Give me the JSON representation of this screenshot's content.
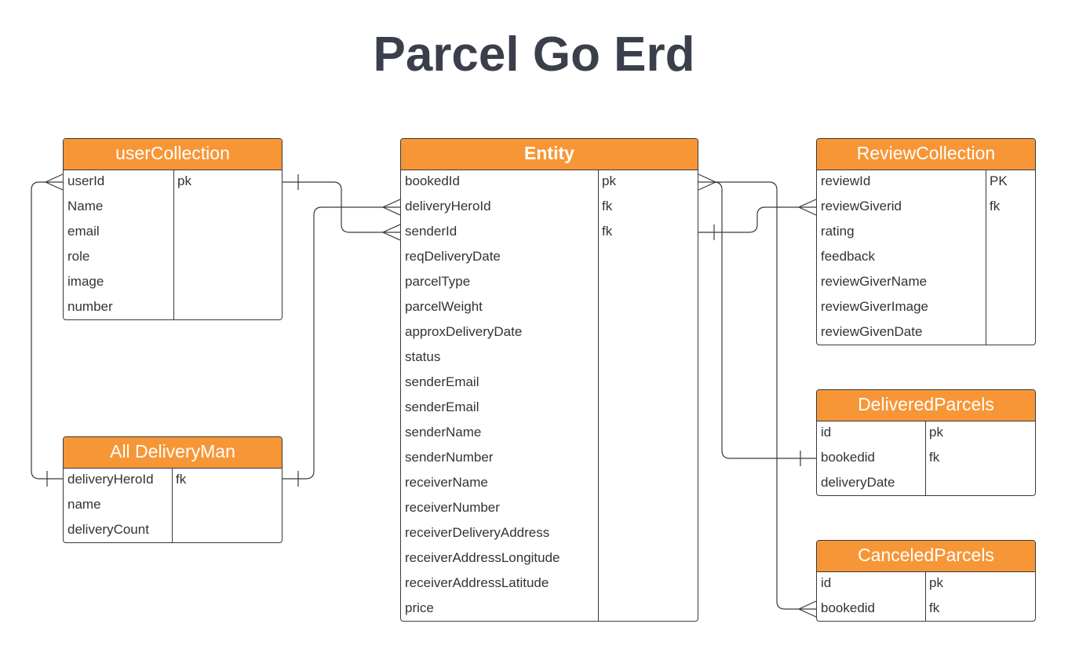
{
  "title": "Parcel Go Erd",
  "tables": {
    "userCollection": {
      "name": "userCollection",
      "rows": [
        [
          "userId",
          "pk"
        ],
        [
          "Name",
          ""
        ],
        [
          "email",
          ""
        ],
        [
          "role",
          ""
        ],
        [
          "image",
          ""
        ],
        [
          "number",
          ""
        ]
      ]
    },
    "deliveryMan": {
      "name": "All DeliveryMan",
      "rows": [
        [
          "deliveryHeroId",
          "fk"
        ],
        [
          "name",
          ""
        ],
        [
          "deliveryCount",
          ""
        ]
      ]
    },
    "entity": {
      "name": "Entity",
      "rows": [
        [
          "bookedId",
          "pk"
        ],
        [
          "deliveryHeroId",
          "fk"
        ],
        [
          "senderId",
          "fk"
        ],
        [
          "reqDeliveryDate",
          ""
        ],
        [
          "parcelType",
          ""
        ],
        [
          "parcelWeight",
          ""
        ],
        [
          "approxDeliveryDate",
          ""
        ],
        [
          "status",
          ""
        ],
        [
          "senderEmail",
          ""
        ],
        [
          "senderEmail",
          ""
        ],
        [
          "senderName",
          ""
        ],
        [
          "senderNumber",
          ""
        ],
        [
          "receiverName",
          ""
        ],
        [
          "receiverNumber",
          ""
        ],
        [
          "receiverDeliveryAddress",
          ""
        ],
        [
          "receiverAddressLongitude",
          ""
        ],
        [
          "receiverAddressLatitude",
          ""
        ],
        [
          "price",
          ""
        ]
      ]
    },
    "reviewCollection": {
      "name": "ReviewCollection",
      "rows": [
        [
          "reviewId",
          "PK"
        ],
        [
          "reviewGiverid",
          "fk"
        ],
        [
          "rating",
          ""
        ],
        [
          "feedback",
          ""
        ],
        [
          "reviewGiverName",
          ""
        ],
        [
          "reviewGiverImage",
          ""
        ],
        [
          "reviewGivenDate",
          ""
        ]
      ]
    },
    "deliveredParcels": {
      "name": "DeliveredParcels",
      "rows": [
        [
          "id",
          "pk"
        ],
        [
          "bookedid",
          "fk"
        ],
        [
          "deliveryDate",
          ""
        ]
      ]
    },
    "canceledParcels": {
      "name": "CanceledParcels",
      "rows": [
        [
          "id",
          "pk"
        ],
        [
          "bookedid",
          "fk"
        ]
      ]
    }
  },
  "colors": {
    "header": "#f79636",
    "border": "#3a3a3a",
    "title": "#3a3f4b"
  }
}
